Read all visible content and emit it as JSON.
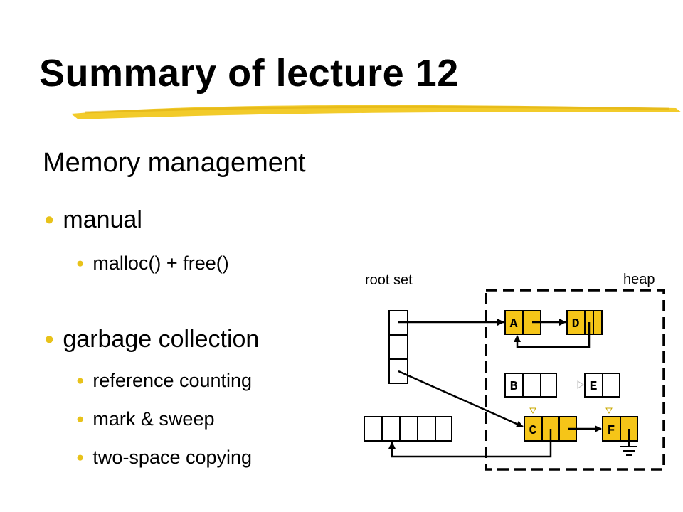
{
  "slide": {
    "title": "Summary of lecture 12",
    "heading": "Memory management",
    "bullets": [
      {
        "label": "manual",
        "sub": [
          "malloc() + free()"
        ]
      },
      {
        "label": "garbage collection",
        "sub": [
          "reference counting",
          "mark & sweep",
          "two-space copying"
        ]
      }
    ]
  },
  "diagram": {
    "root_set_label": "root set",
    "heap_label": "heap",
    "nodes": {
      "a": "A",
      "d": "D",
      "b": "B",
      "e": "E",
      "c": "C",
      "f": "F"
    }
  },
  "colors": {
    "accent": "#f5c518",
    "bullet": "#e8c21a"
  }
}
